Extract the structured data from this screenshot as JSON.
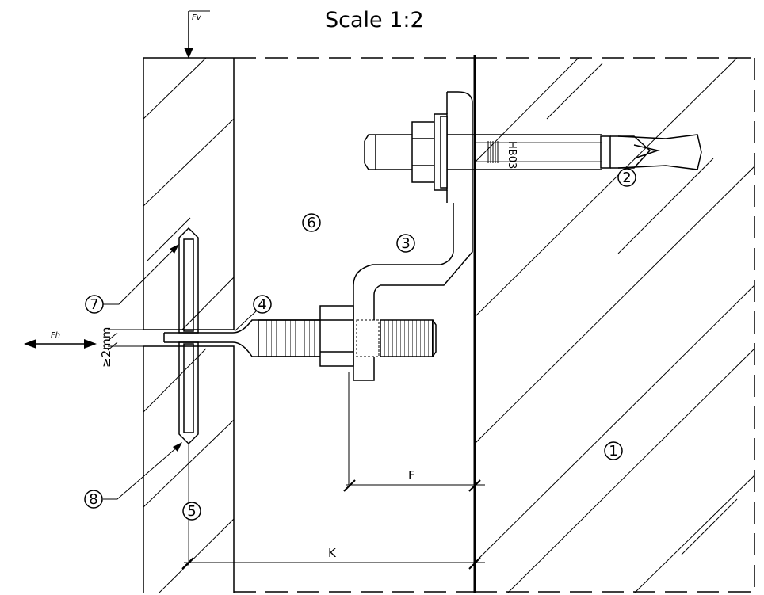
{
  "title": "Scale 1:2",
  "forces": {
    "vertical": "Fv",
    "horizontal": "Fh"
  },
  "gap_label": "≥2mm",
  "anchor_mark": "HB03",
  "dimensions": {
    "f": "F",
    "k": "K"
  },
  "callouts": [
    "1",
    "2",
    "3",
    "4",
    "5",
    "6",
    "7",
    "8"
  ]
}
